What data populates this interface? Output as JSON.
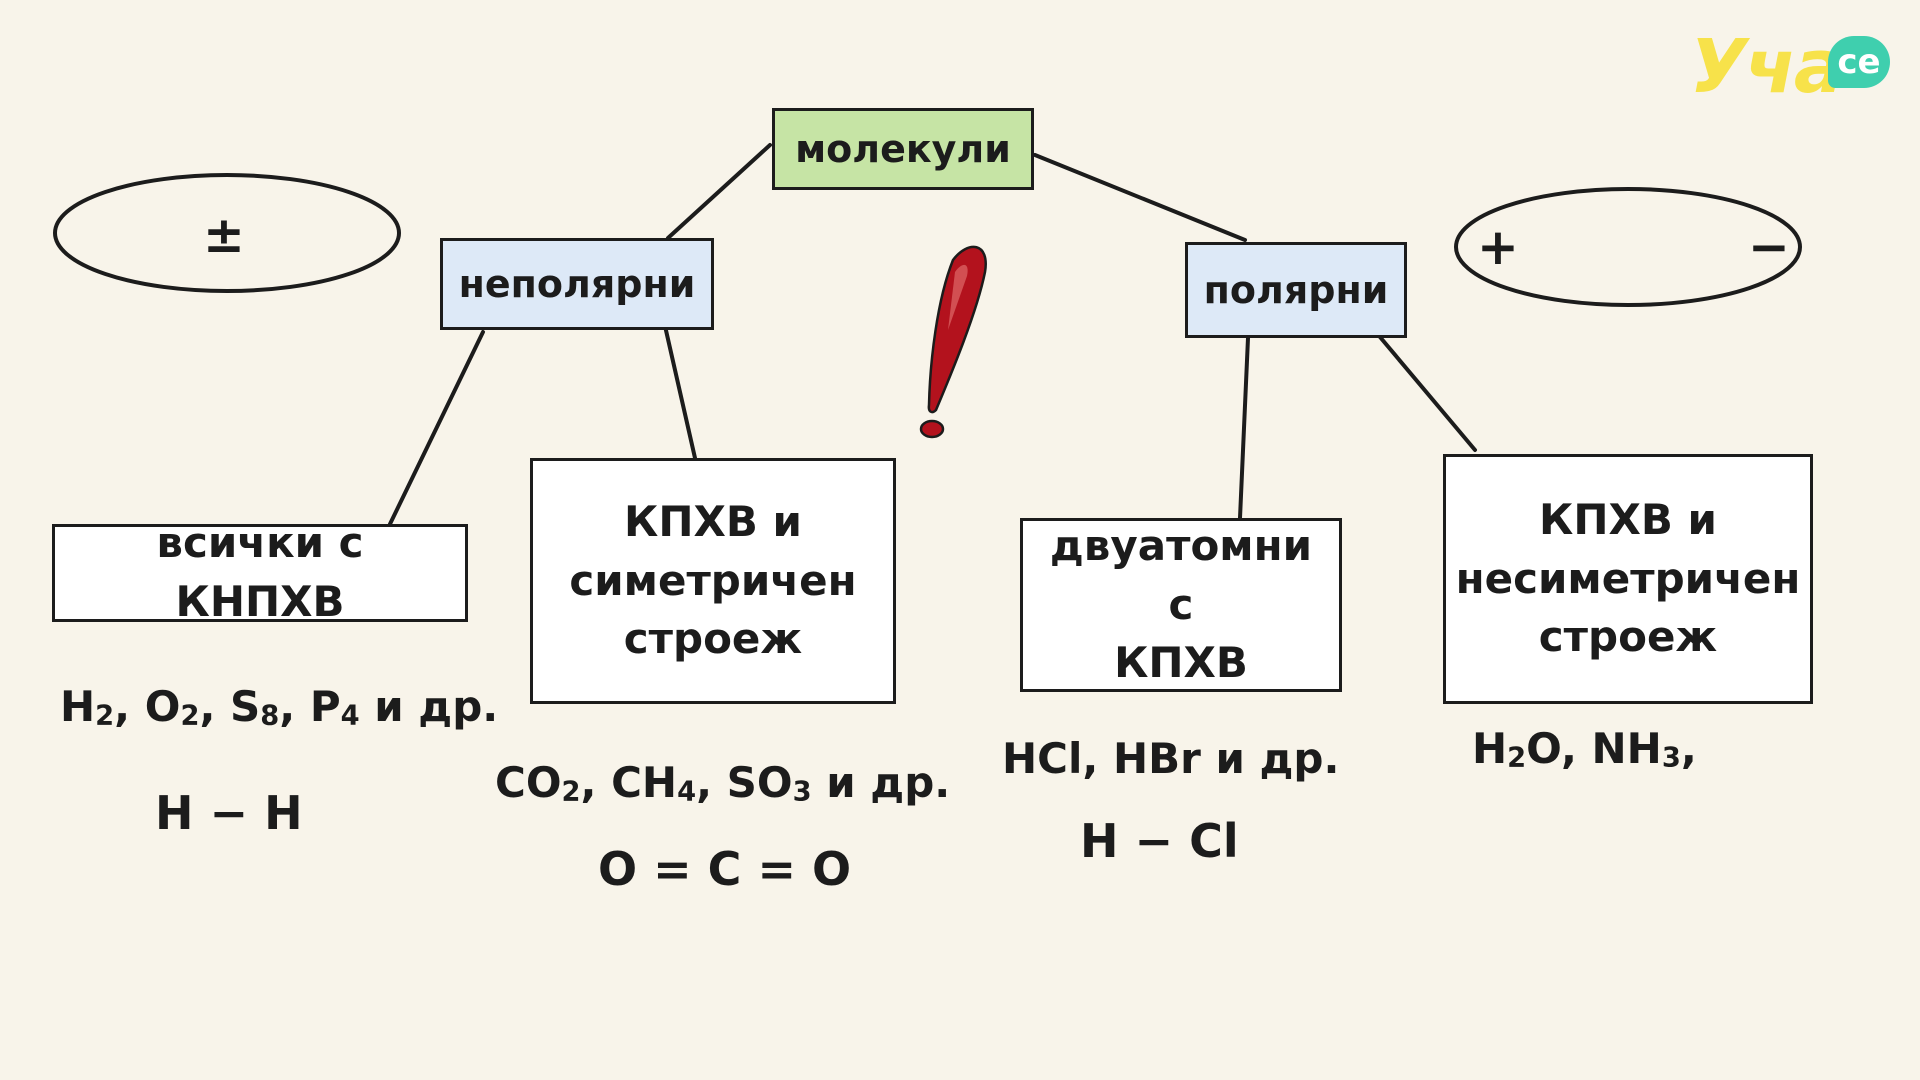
{
  "logo": {
    "text": "Уча",
    "badge": "се",
    "color": "#f7e24a",
    "badge_color": "#3fcfae"
  },
  "root": {
    "label": "молекули"
  },
  "categories": [
    {
      "label": "неполярни",
      "sign": "±"
    },
    {
      "label": "полярни",
      "sign_plus": "+",
      "sign_minus": "−"
    }
  ],
  "leaves": [
    {
      "lines": [
        "всички с КНПХВ"
      ]
    },
    {
      "lines": [
        "КПХВ и",
        "симетричен",
        "строеж"
      ]
    },
    {
      "lines": [
        "двуатомни с",
        "КПХВ"
      ]
    },
    {
      "lines": [
        "КПХВ и",
        "несиметричен",
        "строеж"
      ]
    }
  ],
  "examples": [
    {
      "formulas": [
        "H2, O2, S8, P4 и др."
      ],
      "structure": "H − H"
    },
    {
      "formulas": [
        "CO2, CH4, SO3 и др."
      ],
      "structure": "O = C = O"
    },
    {
      "formulas": [
        "HCl, HBr и др."
      ],
      "structure": "H − Cl"
    },
    {
      "formulas": [
        "H2O, NH3,"
      ],
      "structure": ""
    }
  ],
  "colors": {
    "root_fill": "#c6e4a5",
    "category_fill": "#dde9f7",
    "leaf_fill": "#ffffff",
    "exclamation": "#b3121d",
    "line": "#1c1c1c"
  },
  "icons": [
    "exclamation-icon"
  ]
}
